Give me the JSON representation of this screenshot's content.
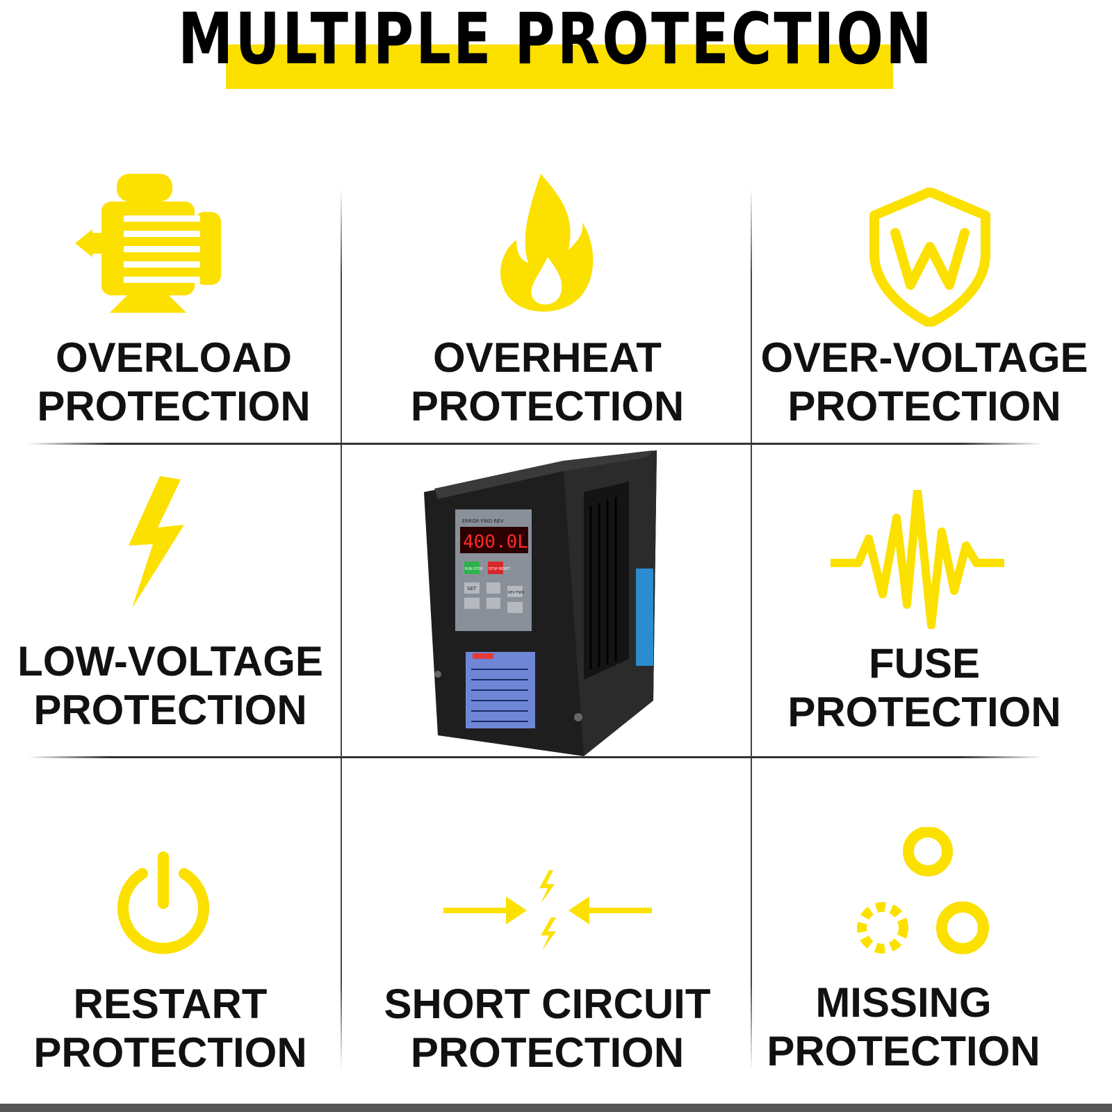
{
  "title": "MULTIPLE PROTECTION",
  "accent_color": "#fbe000",
  "cells": [
    {
      "icon": "motor-icon",
      "line1": "OVERLOAD",
      "line2": "PROTECTION"
    },
    {
      "icon": "flame-icon",
      "line1": "OVERHEAT",
      "line2": "PROTECTION"
    },
    {
      "icon": "shield-w-icon",
      "line1": "OVER-VOLTAGE",
      "line2": "PROTECTION"
    },
    {
      "icon": "lightning-icon",
      "line1": "LOW-VOLTAGE",
      "line2": "PROTECTION"
    },
    {
      "icon": "pulse-wave-icon",
      "line1": "FUSE",
      "line2": "PROTECTION"
    },
    {
      "icon": "power-icon",
      "line1": "RESTART",
      "line2": "PROTECTION"
    },
    {
      "icon": "short-circuit-icon",
      "line1": "SHORT CIRCUIT",
      "line2": "PROTECTION"
    },
    {
      "icon": "missing-rings-icon",
      "line1": "MISSING",
      "line2": "PROTECTION"
    }
  ],
  "product": {
    "display": "400.0L",
    "leds": "ERROR FWD REV",
    "run": "RUN STOP",
    "stop": "STOP RESET",
    "set": "SET",
    "rev": "REV FWD"
  }
}
